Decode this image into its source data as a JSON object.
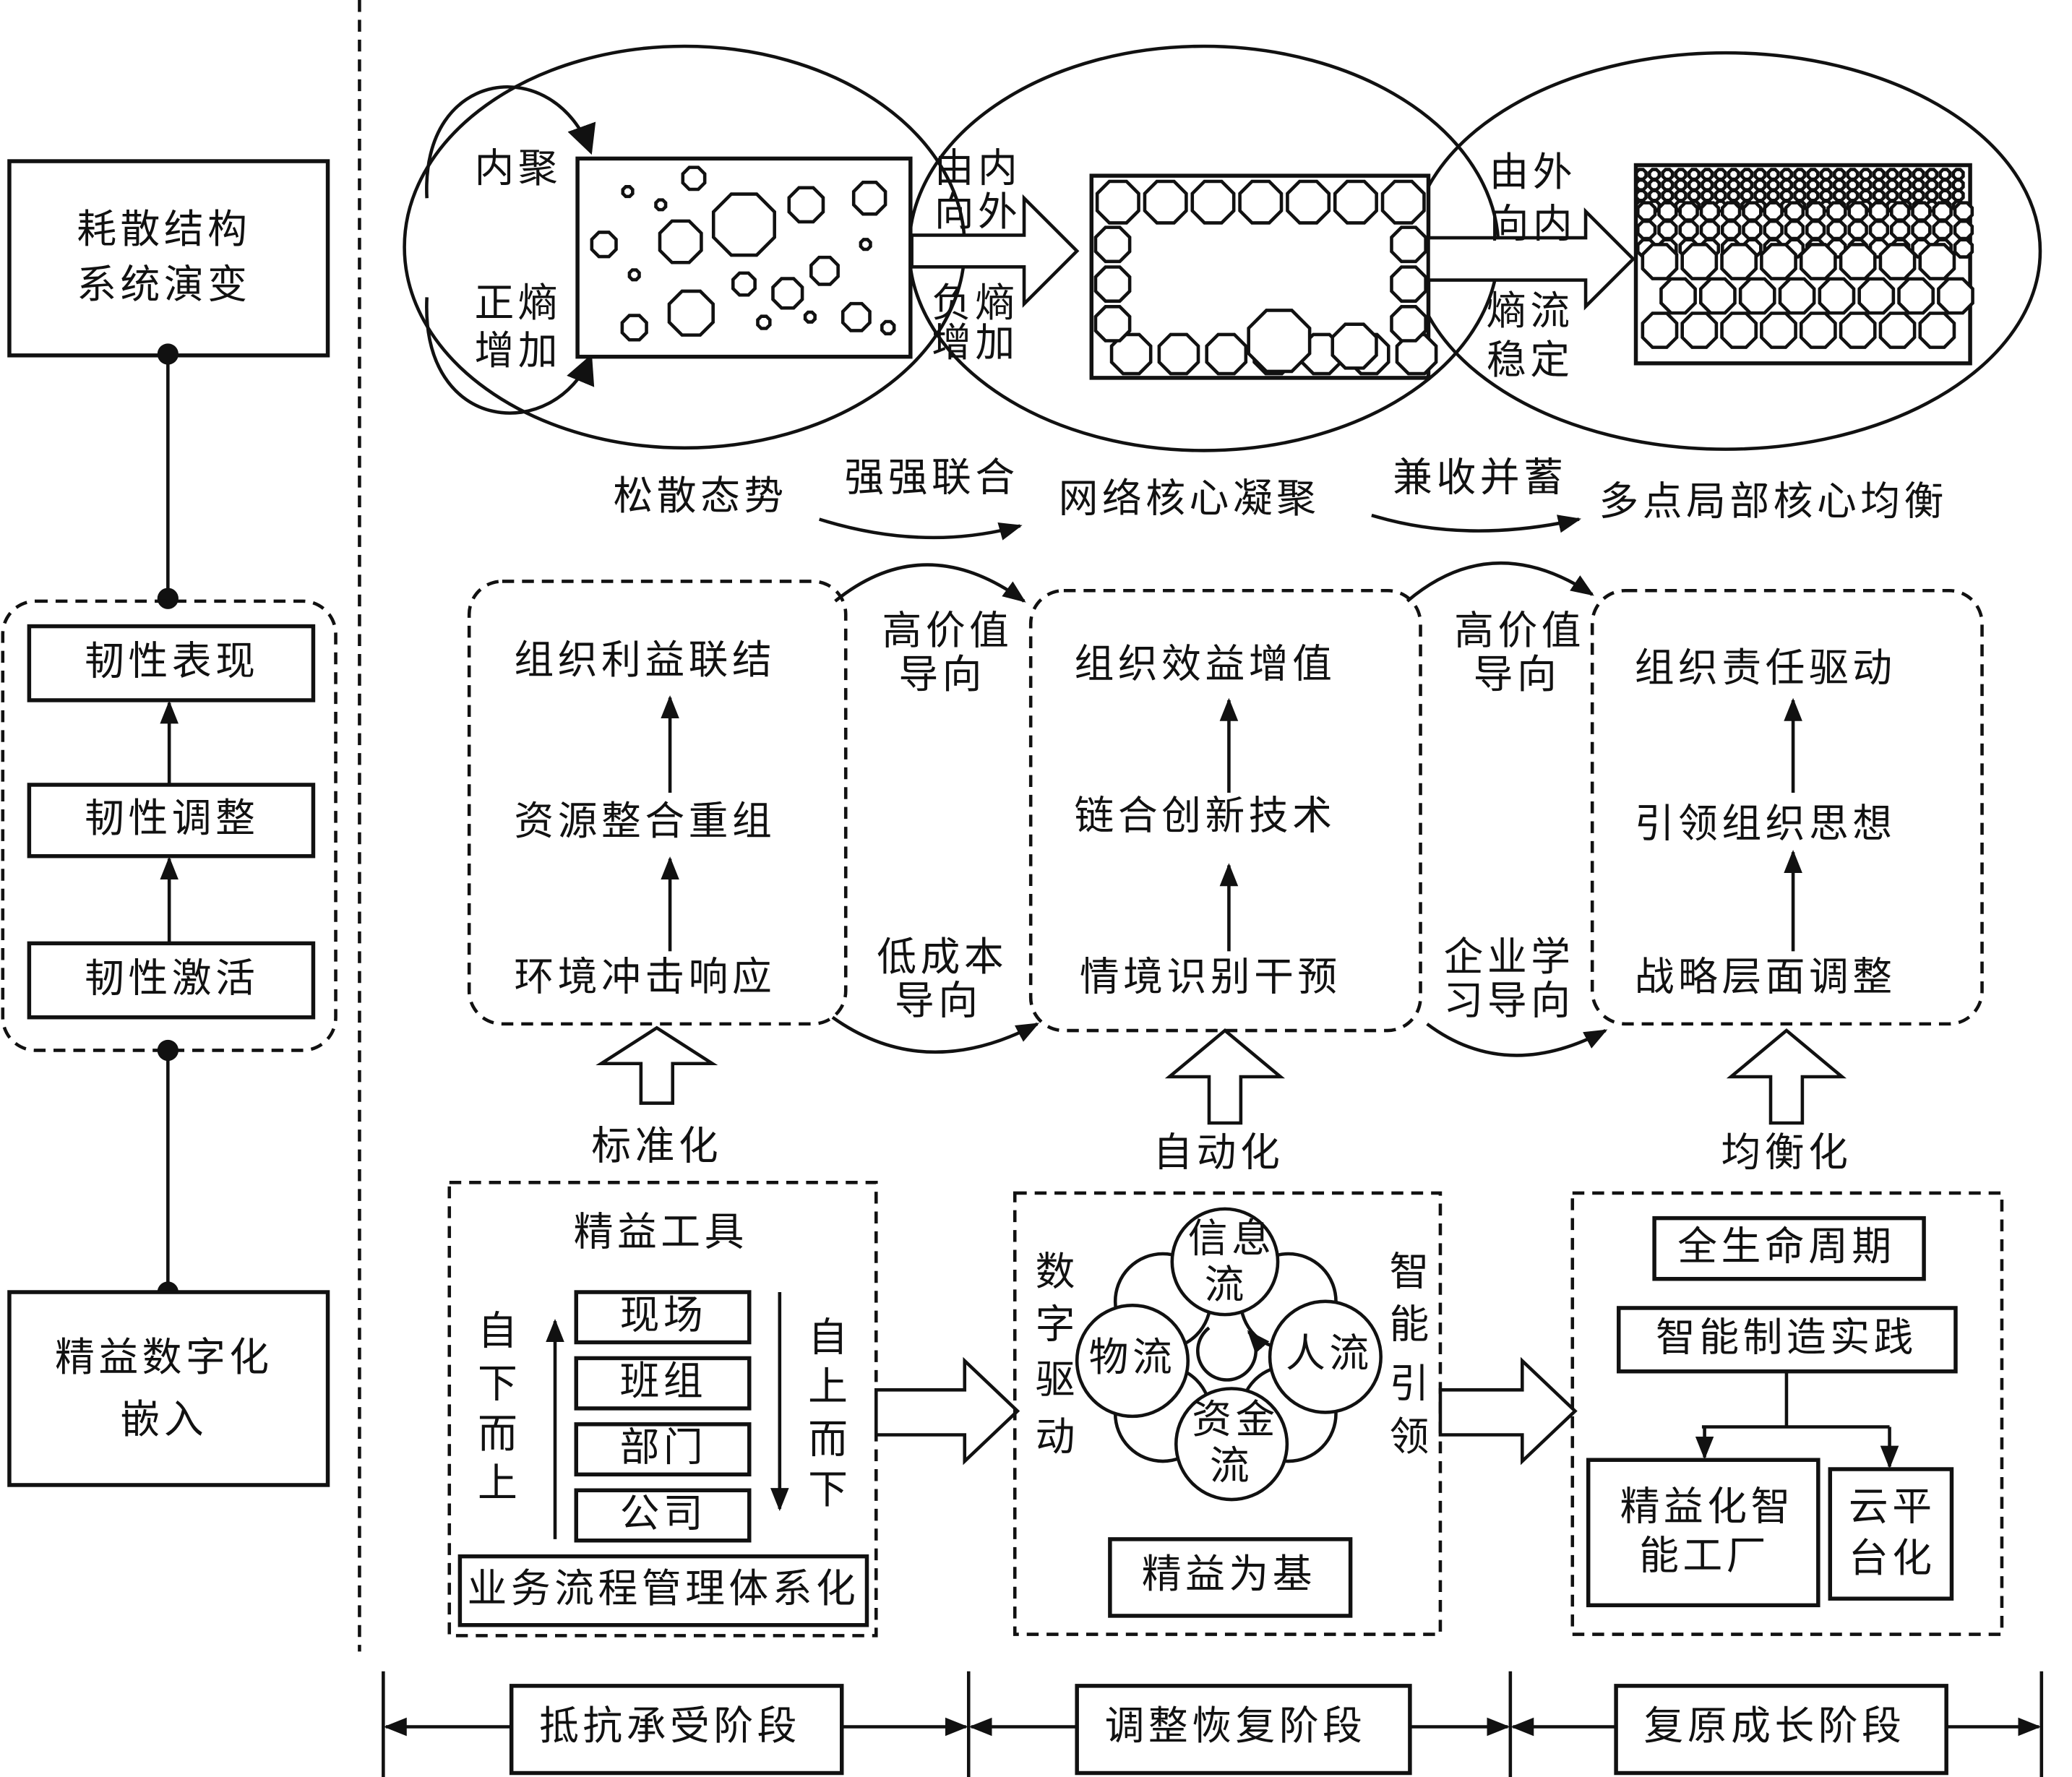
{
  "left": {
    "top_box": [
      "耗散结构",
      "系统演变"
    ],
    "resilience": [
      "韧性表现",
      "韧性调整",
      "韧性激活"
    ],
    "bottom_box": [
      "精益数字化",
      "嵌入"
    ]
  },
  "top": {
    "e1": {
      "top": "内聚",
      "bottom": [
        "正熵",
        "增加"
      ]
    },
    "e2": {
      "top": [
        "由内",
        "向外"
      ],
      "bottom": [
        "负熵",
        "增加"
      ]
    },
    "e3": {
      "top": [
        "由外",
        "向内"
      ],
      "bottom": [
        "熵流",
        "稳定"
      ]
    },
    "states": [
      "松散态势",
      "网络核心凝聚",
      "多点局部核心均衡"
    ],
    "transitions": [
      "强强联合",
      "兼收并蓄"
    ]
  },
  "middle": {
    "col1": [
      "组织利益联结",
      "资源整合重组",
      "环境冲击响应"
    ],
    "col2": [
      "组织效益增值",
      "链合创新技术",
      "情境识别干预"
    ],
    "col3": [
      "组织责任驱动",
      "引领组织思想",
      "战略层面调整"
    ],
    "gap1": {
      "top": [
        "高价值",
        "导向"
      ],
      "bottom": [
        "低成本",
        "导向"
      ]
    },
    "gap2": {
      "top": [
        "高价值",
        "导向"
      ],
      "bottom": [
        "企业学",
        "习导向"
      ]
    },
    "drivers": [
      "标准化",
      "自动化",
      "均衡化"
    ]
  },
  "bottom": {
    "b1": {
      "title": "精益工具",
      "levels": [
        "现场",
        "班组",
        "部门",
        "公司"
      ],
      "left": [
        "自",
        "下",
        "而",
        "上"
      ],
      "right": [
        "自",
        "上",
        "而",
        "下"
      ],
      "base": "业务流程管理体系化"
    },
    "b2": {
      "flows": [
        "信息",
        "流",
        "人流",
        "资金",
        "流",
        "物流"
      ],
      "left": [
        "数",
        "字",
        "驱",
        "动"
      ],
      "right": [
        "智",
        "能",
        "引",
        "领"
      ],
      "base": "精益为基"
    },
    "b3": {
      "top": "全生命周期",
      "mid": "智能制造实践",
      "left": [
        "精益化智",
        "能工厂"
      ],
      "right": [
        "云平",
        "台化"
      ]
    }
  },
  "stages": [
    "抵抗承受阶段",
    "调整恢复阶段",
    "复原成长阶段"
  ]
}
